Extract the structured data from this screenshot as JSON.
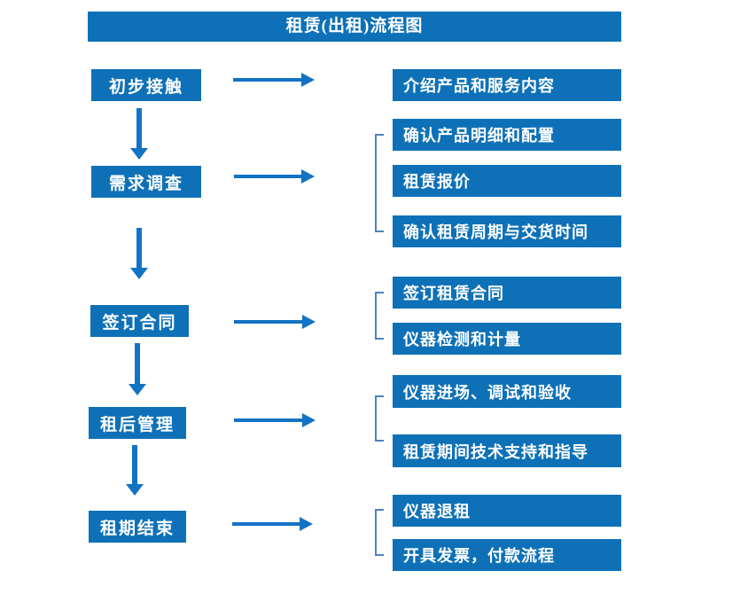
{
  "title": "租赁(出租)流程图",
  "colors": {
    "box_blue": "#0e71b8",
    "arrow_blue": "#1273c4",
    "bracket_blue": "#4b82c0",
    "text_white": "#ffffff"
  },
  "steps": [
    {
      "label": "初步接触",
      "outputs": [
        "介绍产品和服务内容"
      ]
    },
    {
      "label": "需求调查",
      "outputs": [
        "确认产品明细和配置",
        "租赁报价",
        "确认租赁周期与交货时间"
      ]
    },
    {
      "label": "签订合同",
      "outputs": [
        "签订租赁合同",
        "仪器检测和计量"
      ]
    },
    {
      "label": "租后管理",
      "outputs": [
        "仪器进场、调试和验收",
        "租赁期间技术支持和指导"
      ]
    },
    {
      "label": "租期结束",
      "outputs": [
        "仪器退租",
        "开具发票，付款流程"
      ]
    }
  ]
}
